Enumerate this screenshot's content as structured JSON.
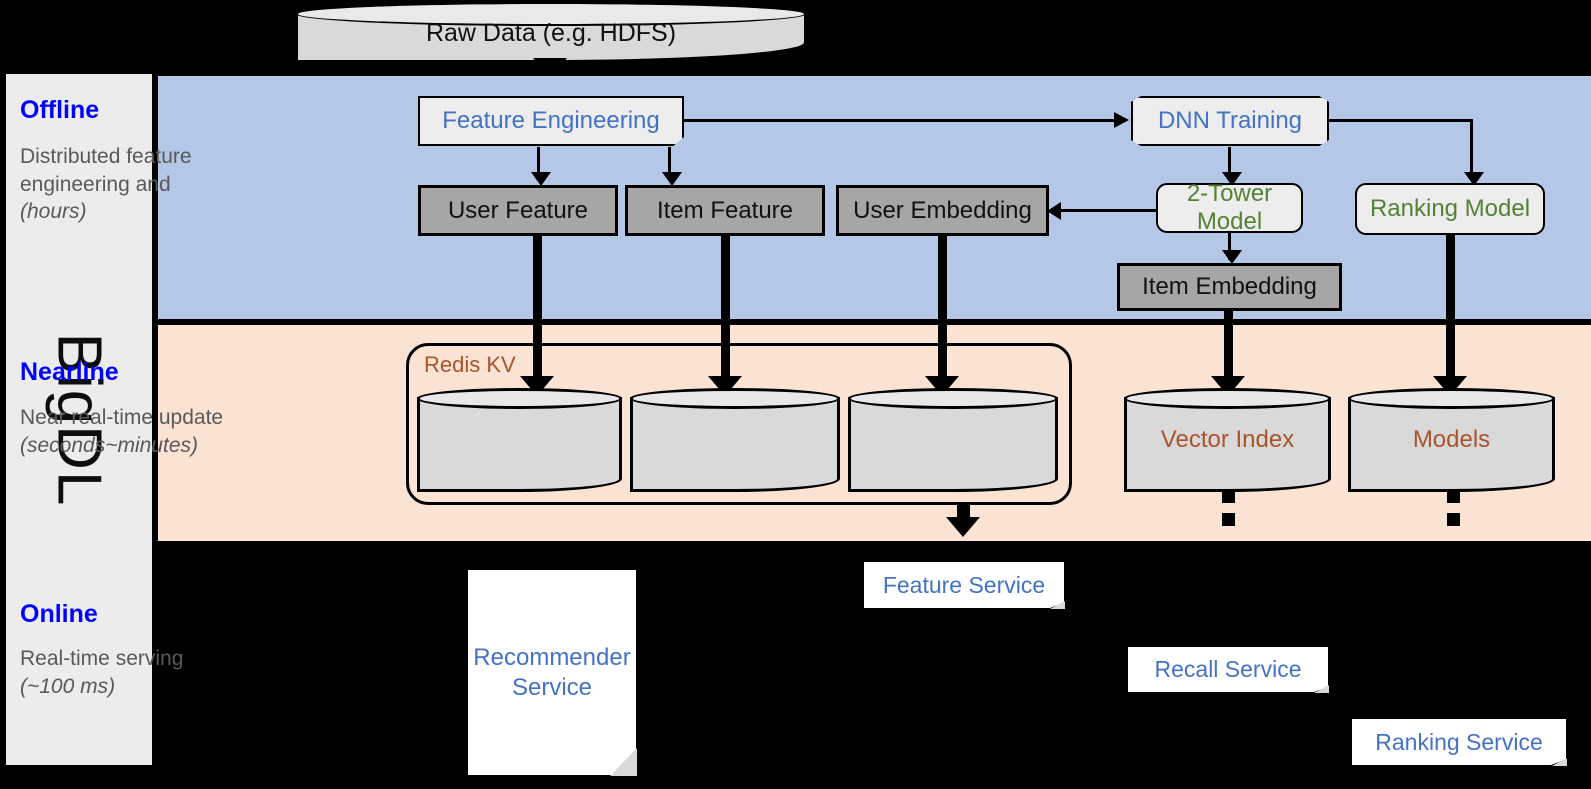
{
  "sidebar": {
    "label": "BigDL"
  },
  "source": {
    "label": "Raw Data (e.g. HDFS)"
  },
  "bands": {
    "offline": {
      "title": "Offline",
      "subtitle": "Distributed feature engineering and ",
      "subtitle_italic": "(hours)"
    },
    "nearline": {
      "title": "Nearline",
      "subtitle": "Near real-time update ",
      "subtitle_italic": "(seconds~minutes)"
    },
    "online": {
      "title": "Online",
      "subtitle": "Real-time serving ",
      "subtitle_italic": "(~100 ms)"
    }
  },
  "offline_nodes": {
    "feature_engineering": "Feature Engineering",
    "dnn_training": "DNN Training",
    "user_feature": "User Feature",
    "item_feature": "Item Feature",
    "user_embedding": "User Embedding",
    "two_tower_model": "2-Tower Model",
    "ranking_model": "Ranking Model",
    "item_embedding": "Item Embedding"
  },
  "nearline_nodes": {
    "redis_kv": "Redis KV",
    "store_1": "",
    "store_2": "",
    "store_3": "",
    "vector_index": "Vector Index",
    "models": "Models"
  },
  "online_nodes": {
    "recommender_service": "Recommender Service",
    "feature_service": "Feature Service",
    "recall_service": "Recall Service",
    "ranking_service": "Ranking Service"
  },
  "colors": {
    "offline_band": "#b4c7e7",
    "nearline_band": "#fbe3d4",
    "online_band": "#000000",
    "band_title": "#0000ff",
    "band_subtitle": "#595959",
    "process_text": "#4472c4",
    "model_text": "#548235",
    "store_text": "#a9542a",
    "data_box": "#a6a6a6",
    "rail_bg": "#ececec"
  }
}
